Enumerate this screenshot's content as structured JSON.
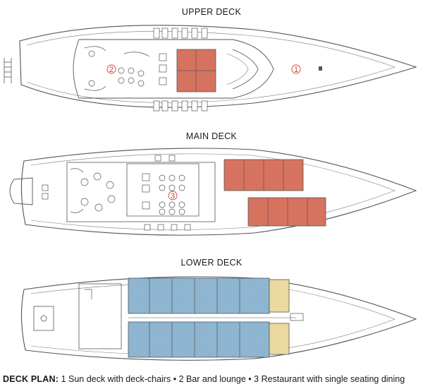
{
  "decks": {
    "upper": {
      "title": "UPPER DECK"
    },
    "main": {
      "title": "MAIN DECK"
    },
    "lower": {
      "title": "LOWER DECK"
    }
  },
  "markers": {
    "sun_deck": "1",
    "bar": "2",
    "restaurant": "3"
  },
  "caption": {
    "lead": "DECK PLAN:",
    "item1": "1 Sun deck with deck-chairs",
    "sep": "•",
    "item2": "2 Bar and lounge",
    "item3": "3 Restaurant with single seating dining"
  },
  "colors": {
    "line": "#555555",
    "red_cabin": "#d9735f",
    "blue_cabin": "#8fb7d3",
    "yellow_cabin": "#ecd9a0",
    "marker": "#d23c2e"
  }
}
